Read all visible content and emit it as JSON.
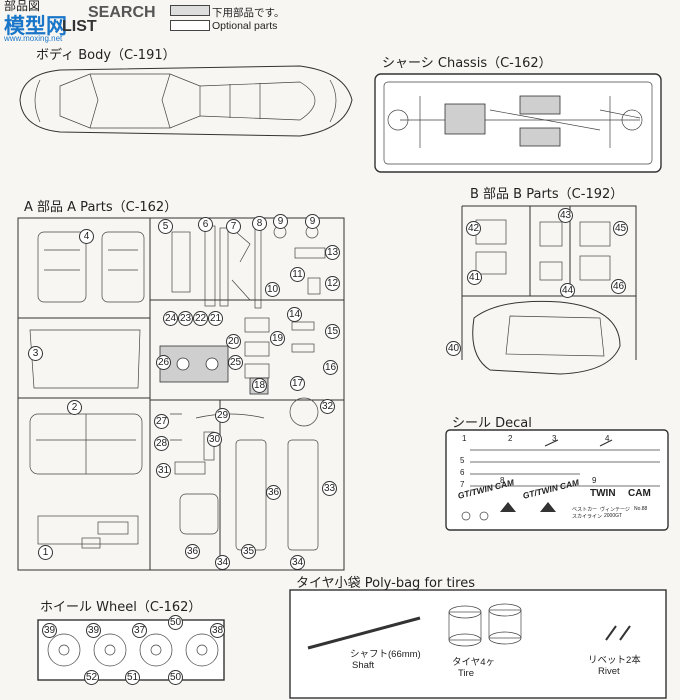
{
  "header": {
    "title_left": "部品図",
    "title_search": "SEARCH",
    "title_list": "LIST",
    "optional_jp": "下用部品です。",
    "optional_en": "Optional parts"
  },
  "watermark": {
    "cn": "模型网",
    "url": "www.moxing.net"
  },
  "sections": {
    "body": "ボディ Body（C-191）",
    "chassis": "シャーシ Chassis（C-162）",
    "a_parts": "A 部品 A Parts（C-162）",
    "b_parts": "B 部品 B Parts（C-192）",
    "decal": "シール Decal",
    "tires": "タイヤ小袋 Poly-bag for tires",
    "wheel": "ホイール Wheel（C-162）"
  },
  "a_part_numbers": [
    "1",
    "2",
    "3",
    "4",
    "5",
    "6",
    "7",
    "8",
    "9",
    "9",
    "10",
    "11",
    "12",
    "13",
    "14",
    "15",
    "16",
    "17",
    "18",
    "19",
    "20",
    "21",
    "22",
    "23",
    "24",
    "25",
    "26",
    "27",
    "28",
    "29",
    "30",
    "31",
    "32",
    "33",
    "34",
    "34",
    "35",
    "36"
  ],
  "b_part_numbers": [
    "40",
    "41",
    "42",
    "43",
    "44",
    "45",
    "46"
  ],
  "wheel_part_numbers": [
    "39",
    "39",
    "37",
    "50",
    "38",
    "52",
    "51",
    "50"
  ],
  "decal_numbers": [
    "1",
    "2",
    "3",
    "4",
    "5",
    "6",
    "7",
    "8",
    "9"
  ],
  "decal_text": {
    "gt1": "GT/TWIN CAM",
    "gt2": "GT/TWIN CAM",
    "twin": "TWIN",
    "cam": "CAM",
    "fine1": "ベストカー",
    "fine2": "ヴィンテージ",
    "fine3": "No.88",
    "fine4": "スカイライン",
    "fine5": "2000GT"
  },
  "tires": {
    "shaft_jp": "シャフト(66mm)",
    "shaft_en": "Shaft",
    "tire_jp": "タイヤ4ヶ",
    "tire_en": "Tire",
    "rivet_jp": "リベット2本",
    "rivet_en": "Rivet"
  }
}
